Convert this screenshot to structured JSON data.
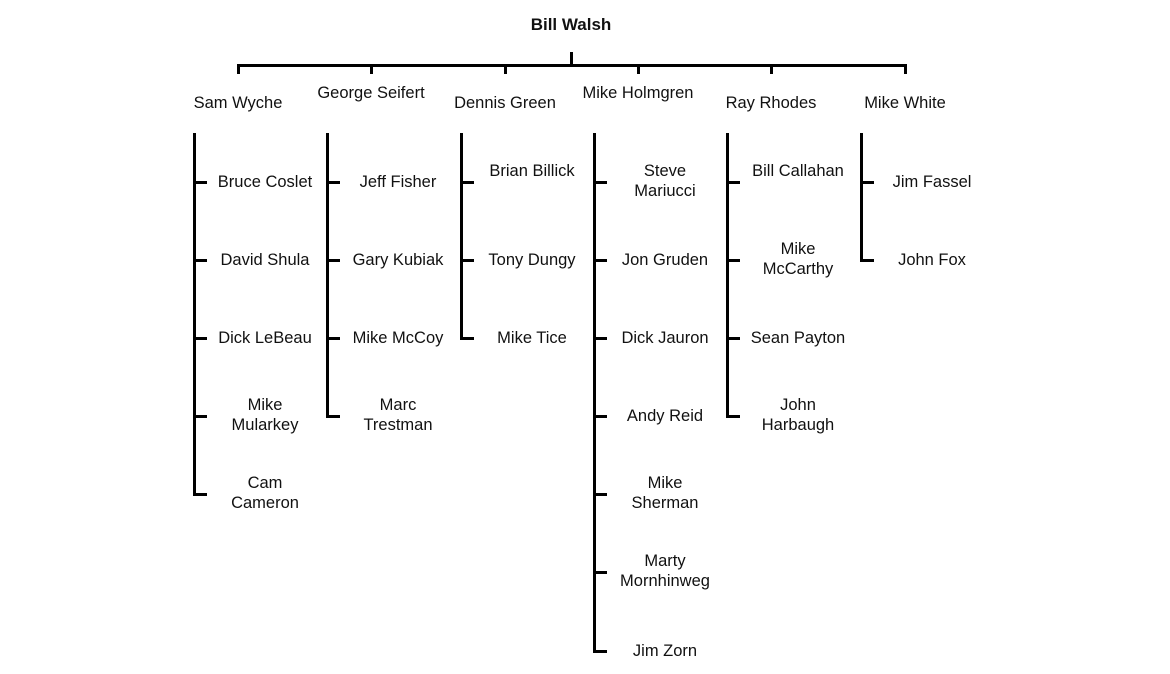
{
  "root": {
    "name": "Bill Walsh"
  },
  "branches": [
    {
      "name": "Sam Wyche",
      "children": [
        "Bruce Coslet",
        "David Shula",
        "Dick LeBeau",
        "Mike Mularkey",
        "Cam Cameron"
      ]
    },
    {
      "name": "George Seifert",
      "children": [
        "Jeff Fisher",
        "Gary Kubiak",
        "Mike McCoy",
        "Marc Trestman"
      ]
    },
    {
      "name": "Dennis Green",
      "children": [
        "Brian Billick",
        "Tony Dungy",
        "Mike Tice"
      ]
    },
    {
      "name": "Mike Holmgren",
      "children": [
        "Steve Mariucci",
        "Jon Gruden",
        "Dick Jauron",
        "Andy Reid",
        "Mike Sherman",
        "Marty Mornhinweg",
        "Jim Zorn"
      ]
    },
    {
      "name": "Ray Rhodes",
      "children": [
        "Bill Callahan",
        "Mike McCarthy",
        "Sean Payton",
        "John Harbaugh"
      ]
    },
    {
      "name": "Mike White",
      "children": [
        "Jim Fassel",
        "John Fox"
      ]
    }
  ]
}
